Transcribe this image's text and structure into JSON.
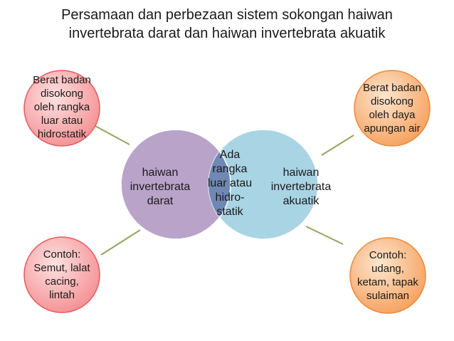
{
  "title": "Persamaan dan perbezaan sistem sokongan haiwan\ninvertebrata darat dan haiwan invertebrata akuatik",
  "colors": {
    "land_circle": "#b9a3c9",
    "aquatic_circle": "#a9d4e4",
    "overlap": "#6f88b4",
    "pink_bubble": "#f8a8aa",
    "orange_bubble": "#f8b47b",
    "connector": "#8ea75f"
  },
  "venn": {
    "land_label": "haiwan\ninvertebrata\ndarat",
    "aquatic_label": "haiwan\ninvertebrata\nakuatik",
    "overlap_label": "Ada\nrangka\nluar atau\nhidro-\nstatik"
  },
  "bubbles": {
    "top_left": "Berat badan\ndisokong\noleh rangka\nluar atau\nhidrostatik",
    "bottom_left": "Contoh:\nSemut, lalat\ncacing,\nlintah",
    "top_right": "Berat badan\ndisokong\noleh daya\napungan air",
    "bottom_right": "Contoh:\nudang,\nketam, tapak\nsulaiman"
  }
}
